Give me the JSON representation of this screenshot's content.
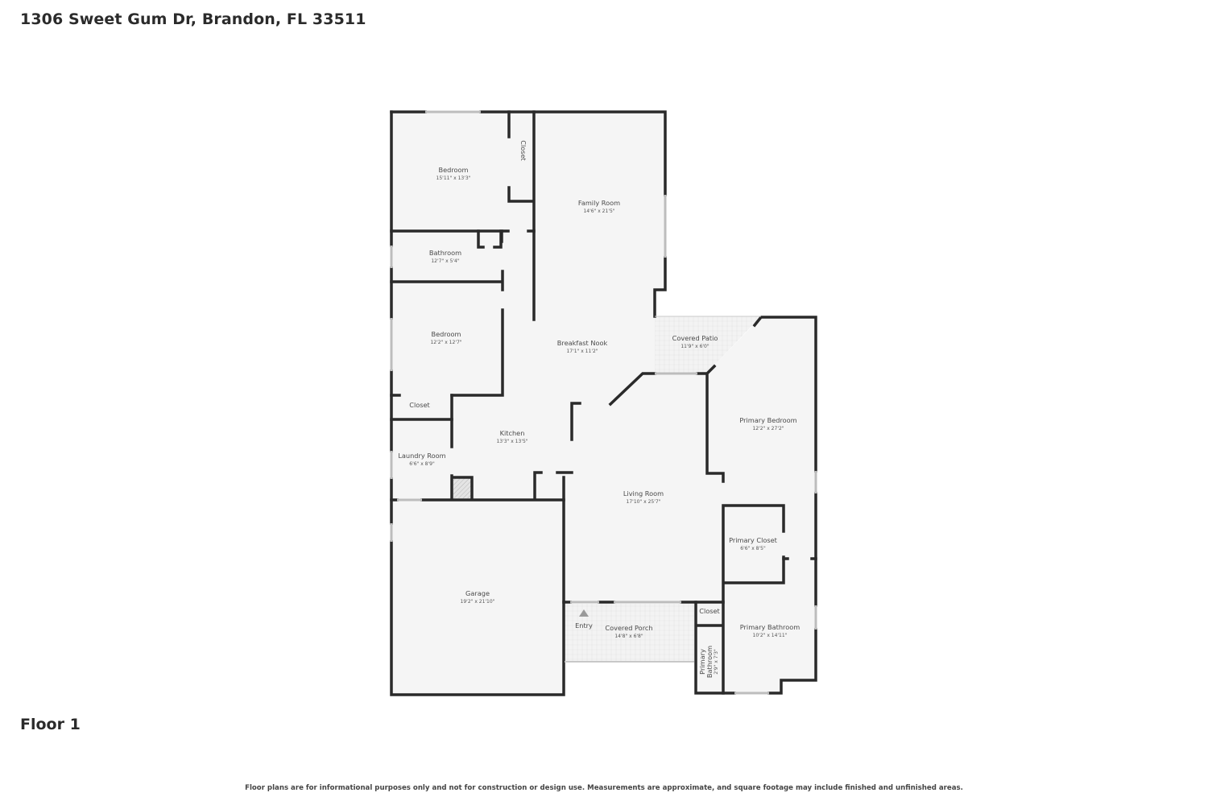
{
  "header": {
    "address": "1306 Sweet Gum Dr, Brandon, FL 33511"
  },
  "floor_label": "Floor 1",
  "disclaimer": "Floor plans are for informational purposes only and not for construction or design use. Measurements are approximate, and square footage may include finished and unfinished areas.",
  "colors": {
    "wall": "#2a2a2a",
    "floor": "#f5f5f5",
    "outdoor": "#f0f0f0",
    "window": "#bdbdbd",
    "text": "#4a4a4a"
  },
  "rooms": {
    "bedroom_1": {
      "name": "Bedroom",
      "dims": "15'11\" x 13'3\""
    },
    "closet_1": {
      "name": "Closet"
    },
    "family_room": {
      "name": "Family Room",
      "dims": "14'6\" x 21'5\""
    },
    "bathroom": {
      "name": "Bathroom",
      "dims": "12'7\" x 5'4\""
    },
    "bedroom_2": {
      "name": "Bedroom",
      "dims": "12'2\" x 12'7\""
    },
    "breakfast_nook": {
      "name": "Breakfast Nook",
      "dims": "17'1\" x 11'2\""
    },
    "covered_patio": {
      "name": "Covered Patio",
      "dims": "11'9\" x 6'0\""
    },
    "closet_2": {
      "name": "Closet"
    },
    "kitchen": {
      "name": "Kitchen",
      "dims": "13'3\" x 13'5\""
    },
    "laundry_room": {
      "name": "Laundry Room",
      "dims": "6'6\" x 8'9\""
    },
    "primary_bedroom": {
      "name": "Primary Bedroom",
      "dims": "12'2\" x 27'2\""
    },
    "living_room": {
      "name": "Living Room",
      "dims": "17'10\" x 25'7\""
    },
    "primary_closet": {
      "name": "Primary Closet",
      "dims": "6'6\" x 8'5\""
    },
    "garage": {
      "name": "Garage",
      "dims": "19'2\" x 21'10\""
    },
    "entry": {
      "name": "Entry"
    },
    "covered_porch": {
      "name": "Covered Porch",
      "dims": "14'8\" x 6'8\""
    },
    "closet_3": {
      "name": "Closet"
    },
    "primary_bathroom": {
      "name": "Primary Bathroom",
      "dims": "10'2\" x 14'11\""
    },
    "primary_bathroom_small": {
      "name_line1": "Primary",
      "name_line2": "Bathroom",
      "dims": "2'9\" x 7'3\""
    }
  }
}
